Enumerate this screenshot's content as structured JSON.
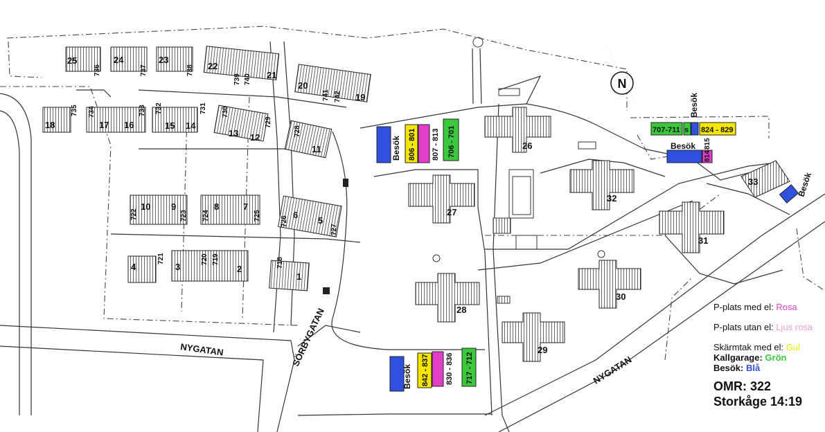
{
  "streets": {
    "nygatan_west": "NYGATAN",
    "nygatan_east": "NYGATAN",
    "sorbygatan": "SÖRBYGATAN"
  },
  "buildings": [
    "25",
    "24",
    "23",
    "22",
    "21",
    "20",
    "19",
    "18",
    "17",
    "16",
    "15",
    "14",
    "13",
    "12",
    "11",
    "10",
    "9",
    "8",
    "7",
    "6",
    "5",
    "4",
    "3",
    "2",
    "1",
    "26",
    "27",
    "28",
    "29",
    "30",
    "31",
    "32",
    "33"
  ],
  "garage_numbers": [
    "736",
    "737",
    "738",
    "739",
    "740",
    "741",
    "742",
    "735",
    "734",
    "733",
    "732",
    "731",
    "730",
    "729",
    "728",
    "722",
    "723",
    "724",
    "725",
    "726",
    "727",
    "721",
    "720",
    "719",
    "718"
  ],
  "parking_blocks": [
    {
      "label": "Besök",
      "type": "besok"
    },
    {
      "label": "806 - 801",
      "type": "skarmtak"
    },
    {
      "label": "807 - 813",
      "type": "rosa"
    },
    {
      "label": "706 - 701",
      "type": "kallgarage"
    },
    {
      "label": "Besök",
      "type": "besok"
    },
    {
      "label": "842 - 837",
      "type": "skarmtak"
    },
    {
      "label": "830 - 836",
      "type": "rosa"
    },
    {
      "label": "717 - 712",
      "type": "kallgarage"
    },
    {
      "label": "707-711",
      "type": "kallgarage"
    },
    {
      "label": "s",
      "type": "kallgarage"
    },
    {
      "label": "824 - 829",
      "type": "skarmtak"
    },
    {
      "label": "Besök",
      "type": "besok"
    },
    {
      "label": "815",
      "type": "rosa"
    },
    {
      "label": "814",
      "type": "rosa"
    },
    {
      "label": "Besök",
      "type": "besok"
    },
    {
      "label": "Besök",
      "type": "besok"
    }
  ],
  "legend": {
    "rosa": {
      "label": "P-plats med el: ",
      "value": "Rosa",
      "color": "#e040c8"
    },
    "ljusrosa": {
      "label": "P-plats utan el: ",
      "value": "Ljus rosa",
      "color": "#f0a0d0"
    },
    "gul": {
      "label": "Skärmtak med el: ",
      "value": "Gul",
      "color": "#f5e600"
    },
    "gron": {
      "label": "Kallgarage: ",
      "value": "Grön",
      "color": "#3cc83c"
    },
    "bla": {
      "label": "Besök: ",
      "value": "Blå",
      "color": "#3050e0"
    }
  },
  "omr": "OMR: 322",
  "storkage": "Storkåge 14:19",
  "colors": {
    "yellow": "#f5e600",
    "pink": "#e040c8",
    "green": "#3cc83c",
    "blue": "#3050e0"
  }
}
